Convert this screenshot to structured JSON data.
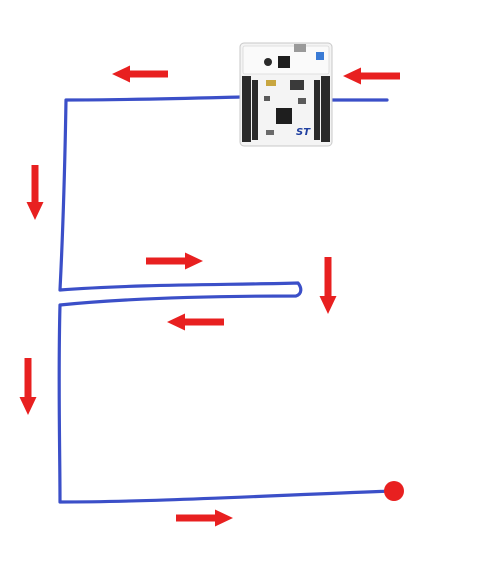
{
  "colors": {
    "background": "#ffffff",
    "path": "#3b4fc8",
    "arrow": "#e82020",
    "end_marker": "#e82020",
    "board_pcb": "#f4f4f4",
    "board_outline": "#c9c9c9",
    "header_pins": "#2a2a2a",
    "chip": "#1e1e1e",
    "logo": "#1f3fa0",
    "component_gold": "#c8a640"
  },
  "board": {
    "name": "microcontroller-board",
    "logo_text": "ST"
  },
  "arrows": [
    {
      "name": "arrow-left-top",
      "direction": "left"
    },
    {
      "name": "arrow-left-into-board",
      "direction": "left"
    },
    {
      "name": "arrow-down-left-1",
      "direction": "down"
    },
    {
      "name": "arrow-right-middle",
      "direction": "right"
    },
    {
      "name": "arrow-down-right",
      "direction": "down"
    },
    {
      "name": "arrow-left-middle",
      "direction": "left"
    },
    {
      "name": "arrow-down-left-2",
      "direction": "down"
    },
    {
      "name": "arrow-right-bottom",
      "direction": "right"
    }
  ],
  "end_marker": {
    "name": "end-point-dot"
  }
}
